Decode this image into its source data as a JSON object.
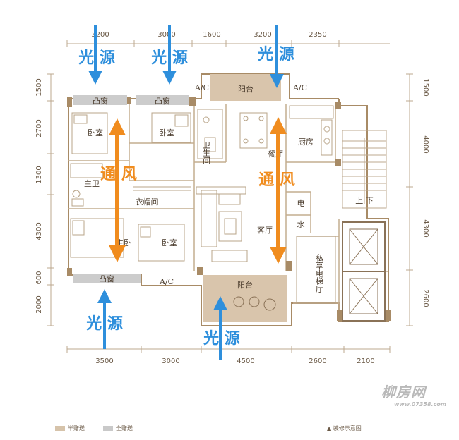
{
  "dims_top": [
    "3200",
    "3000",
    "1600",
    "3200",
    "2350"
  ],
  "dims_bottom": [
    "3500",
    "3000",
    "4500",
    "2600",
    "2100"
  ],
  "dims_left": [
    "1500",
    "2700",
    "1300",
    "4300",
    "600",
    "2000"
  ],
  "dims_right": [
    "1500",
    "4000",
    "4300",
    "2600"
  ],
  "labels": {
    "light_source": "光 源",
    "ventilation": "通 风",
    "bedroom": "卧室",
    "master_bath": "主卫",
    "master_bedroom": "主卧",
    "bay_window": "凸窗",
    "wardrobe": "衣帽间",
    "bathroom": "卫生间",
    "balcony": "阳台",
    "ac": "A/C",
    "dining": "餐厅",
    "kitchen": "厨房",
    "living": "客厅",
    "elec": "电",
    "water": "水",
    "stairs": "上 下",
    "private_elevator": "私享电梯厅"
  },
  "legend": {
    "half_gift": "半赠送",
    "full_gift": "全赠送",
    "decoration_note": "▲ 装修示意图"
  },
  "watermark": {
    "brand": "柳房网",
    "url": "www.07358.com"
  },
  "colors": {
    "light_arrow": "#2e8fdc",
    "vent_arrow": "#f08c1e",
    "wall": "#a88b66",
    "half_gift": "#d6c3aa",
    "full_gift": "#c9c9c9"
  }
}
